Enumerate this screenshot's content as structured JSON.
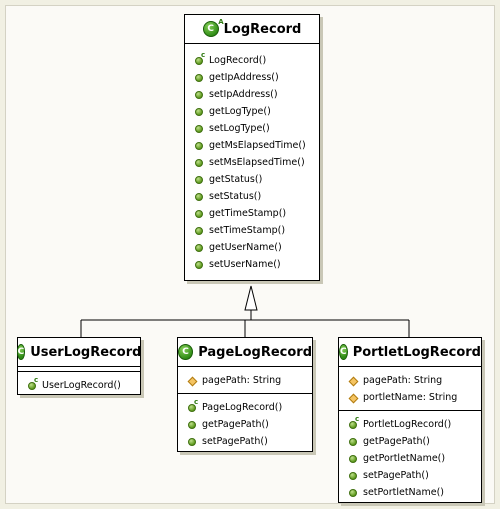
{
  "classes": {
    "log_record": {
      "name": "LogRecord",
      "icon": "abstract-class-icon",
      "icon_letter": "C",
      "icon_superscript": "A",
      "methods": [
        "LogRecord()",
        "getIpAddress()",
        "setIpAddress()",
        "getLogType()",
        "setLogType()",
        "getMsElapsedTime()",
        "setMsElapsedTime()",
        "getStatus()",
        "setStatus()",
        "getTimeStamp()",
        "setTimeStamp()",
        "getUserName()",
        "setUserName()"
      ]
    },
    "user_log_record": {
      "name": "UserLogRecord",
      "icon": "class-icon",
      "icon_letter": "C",
      "methods": [
        "UserLogRecord()"
      ]
    },
    "page_log_record": {
      "name": "PageLogRecord",
      "icon": "class-icon",
      "icon_letter": "C",
      "fields": [
        "pagePath: String"
      ],
      "methods": [
        "PageLogRecord()",
        "getPagePath()",
        "setPagePath()"
      ]
    },
    "portlet_log_record": {
      "name": "PortletLogRecord",
      "icon": "class-icon",
      "icon_letter": "C",
      "fields": [
        "pagePath: String",
        "portletName: String"
      ],
      "methods": [
        "PortletLogRecord()",
        "getPagePath()",
        "getPortletName()",
        "setPagePath()",
        "setPortletName()"
      ]
    }
  },
  "markers": {
    "constructor_superscript": "c",
    "constructor_icon": "constructor-icon",
    "method_icon": "public-method-icon",
    "field_icon": "field-icon"
  },
  "colors": {
    "background": "#f1f0e3",
    "canvas": "#fbfaf6",
    "method_green": "#5e9a1e",
    "field_orange": "#f5c462"
  }
}
